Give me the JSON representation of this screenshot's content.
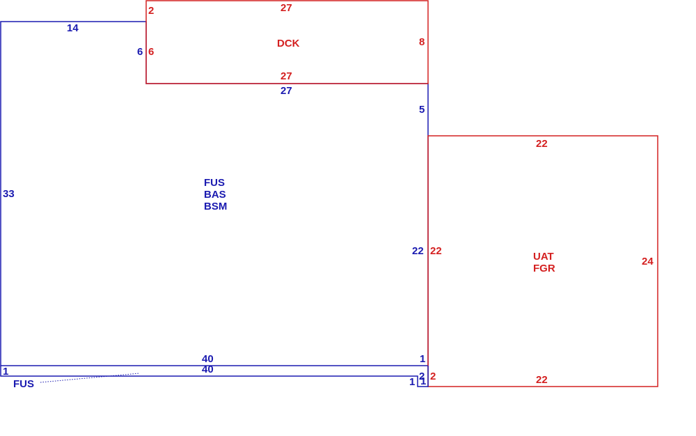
{
  "colors": {
    "blue": "#1a1ab0",
    "red": "#d42020",
    "background": "#ffffff"
  },
  "areas": {
    "main": {
      "names": [
        "FUS",
        "BAS",
        "BSM"
      ],
      "dims": {
        "top_left": "14",
        "left": "33",
        "notch_side": "6",
        "notch_top": "27",
        "right_upper": "5",
        "right_middle": "22",
        "right_lower": "1",
        "bottom": "40"
      }
    },
    "deck": {
      "name": "DCK",
      "dims": {
        "corner": "2",
        "top": "27",
        "left": "6",
        "right": "8",
        "bottom": "27"
      }
    },
    "garage": {
      "names": [
        "UAT",
        "FGR"
      ],
      "dims": {
        "top": "22",
        "left": "22",
        "right": "24",
        "bottom": "22",
        "corner": "2"
      }
    },
    "strip": {
      "name": "FUS",
      "dims": {
        "left": "1",
        "top": "40",
        "right_a": "2",
        "right_b": "1",
        "right_c": "1"
      }
    }
  }
}
